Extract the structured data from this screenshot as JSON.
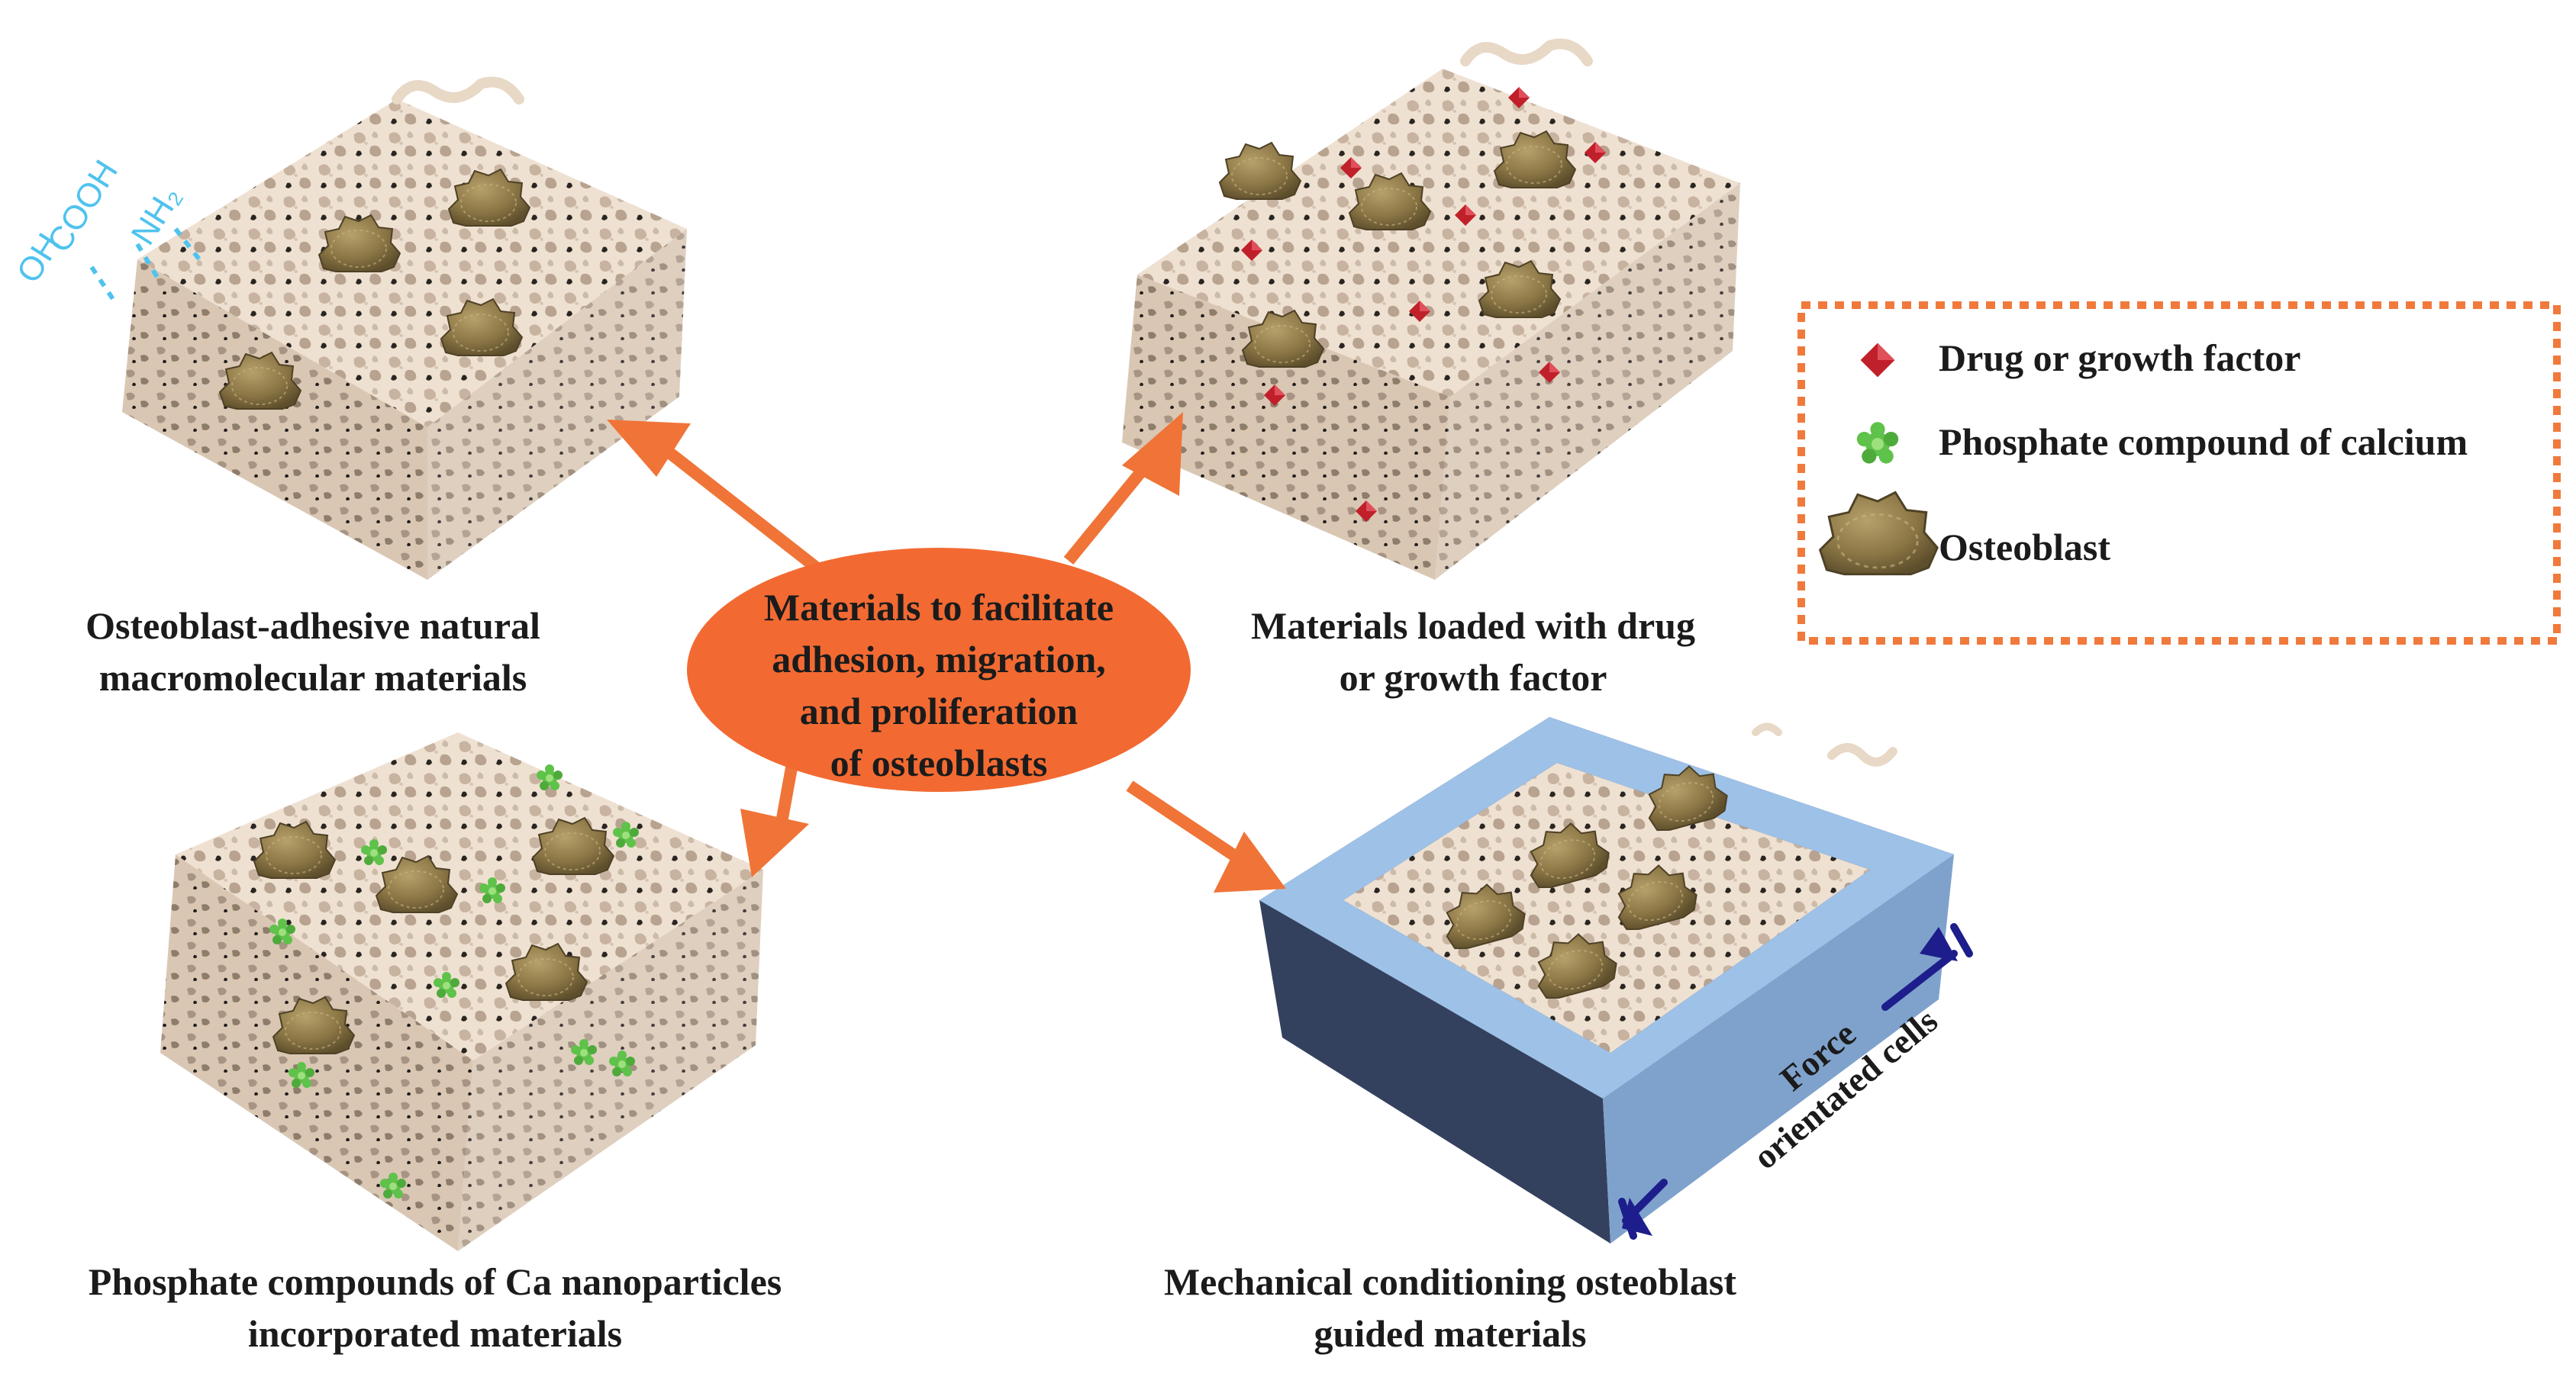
{
  "center": {
    "lines": [
      "Materials to facilitate",
      "adhesion, migration,",
      "and proliferation",
      "of osteoblasts"
    ]
  },
  "panels": {
    "top_left": {
      "lines": [
        "Osteoblast-adhesive natural",
        "macromolecular materials"
      ]
    },
    "top_right": {
      "lines": [
        "Materials loaded with drug",
        "or growth factor"
      ]
    },
    "bottom_left": {
      "lines": [
        "Phosphate compounds of Ca nanoparticles",
        "incorporated materials"
      ]
    },
    "bottom_right": {
      "lines": [
        "Mechanical conditioning osteoblast",
        "guided materials"
      ]
    }
  },
  "functional_groups": [
    "OH",
    "COOH",
    "NH₂"
  ],
  "force_label": [
    "Force",
    "orientated cells"
  ],
  "legend": {
    "items": [
      {
        "label": "Drug or growth factor",
        "icon": "red-diamond-icon"
      },
      {
        "label": "Phosphate compound of calcium",
        "icon": "green-star-icon"
      },
      {
        "label": "Osteoblast",
        "icon": "osteoblast-icon"
      }
    ]
  },
  "colors": {
    "scaffold": "#eedfd0",
    "scaffold_shadow": "#b9a694",
    "osteoblast": "#8e7a4a",
    "drug": "#c0202a",
    "calcium": "#5fc24a",
    "center_ellipse": "#f26a32",
    "arrow": "#f07437",
    "legend_border": "#f07a3c",
    "frame": "#9ec1e8",
    "force_arrow": "#1d1d8c",
    "chem_text": "#4fc3ee"
  }
}
